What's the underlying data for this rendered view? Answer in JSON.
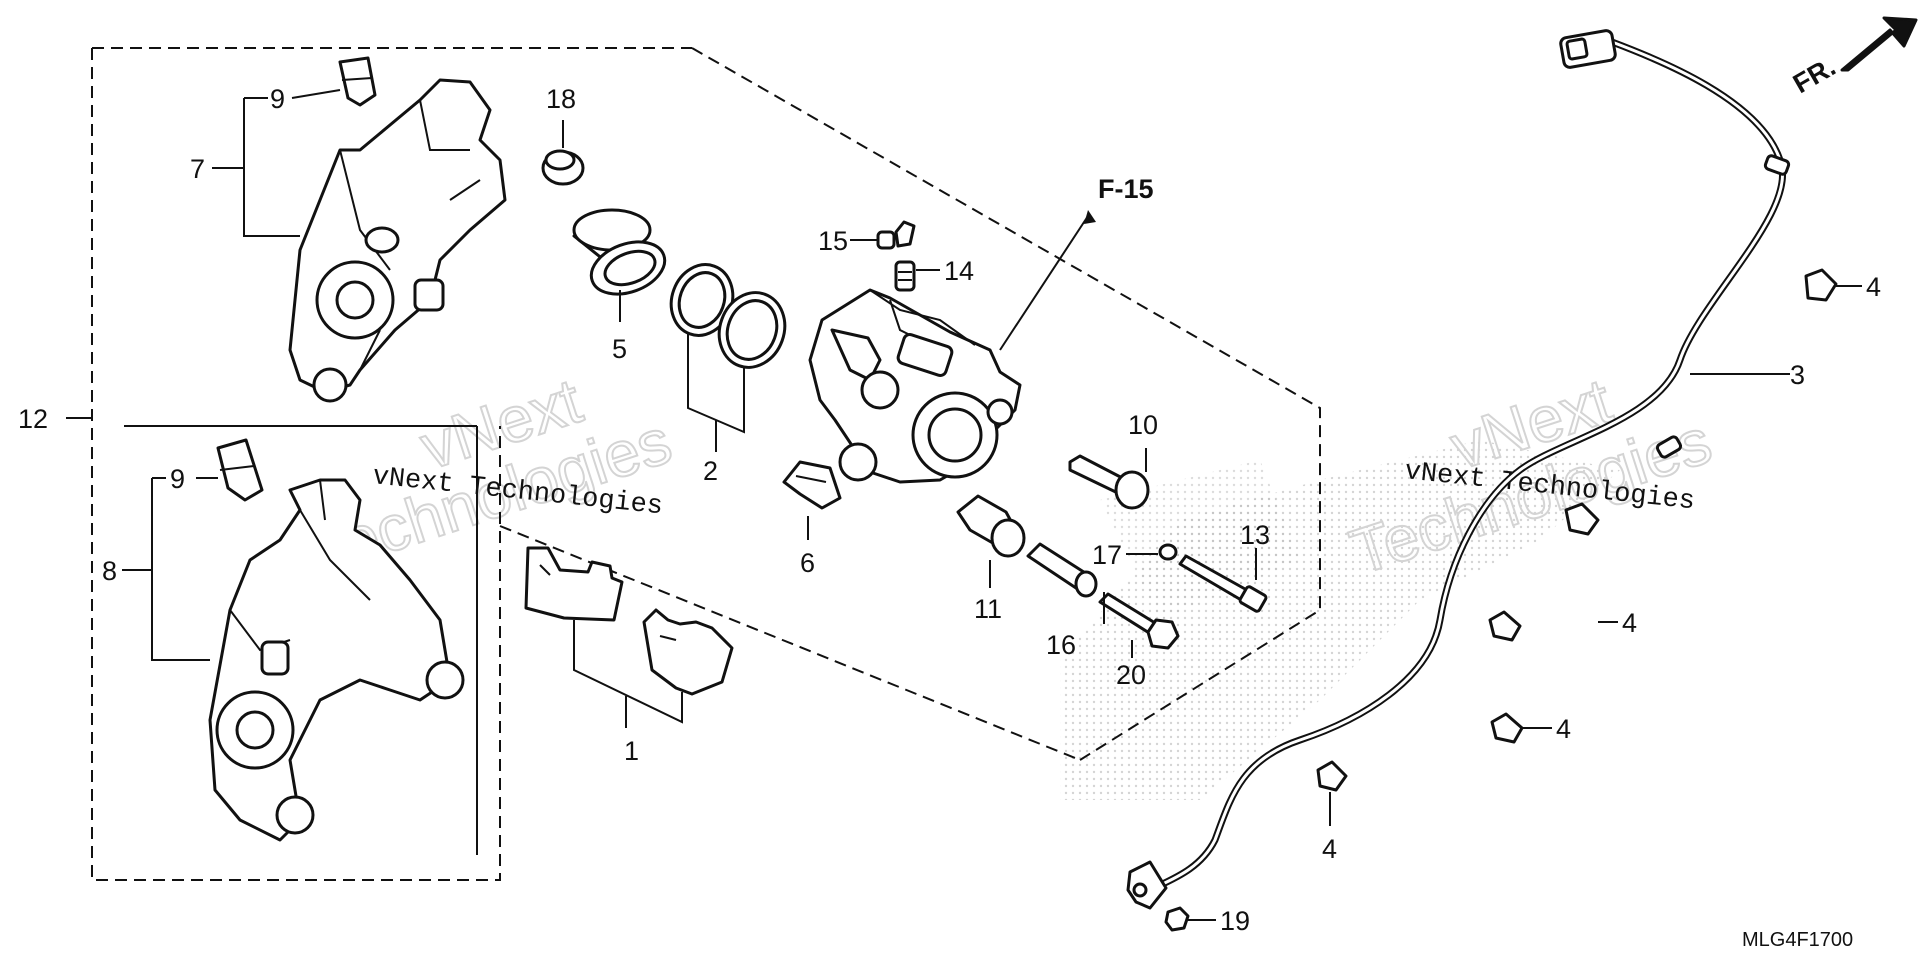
{
  "diagram": {
    "section_ref": "F-15",
    "direction_label": "FR.",
    "drawing_code": "MLG4F1700",
    "watermark": {
      "line1": "vNext",
      "line2": "Technologies",
      "mono_text": "vNext Technologies"
    },
    "callouts": {
      "c1": "1",
      "c2": "2",
      "c3": "3",
      "c4a": "4",
      "c4b": "4",
      "c4c": "4",
      "c4d": "4",
      "c5": "5",
      "c6": "6",
      "c7": "7",
      "c8": "8",
      "c9a": "9",
      "c9b": "9",
      "c10": "10",
      "c11": "11",
      "c12": "12",
      "c13": "13",
      "c14": "14",
      "c15": "15",
      "c16": "16",
      "c17": "17",
      "c18": "18",
      "c19": "19",
      "c20": "20"
    }
  }
}
